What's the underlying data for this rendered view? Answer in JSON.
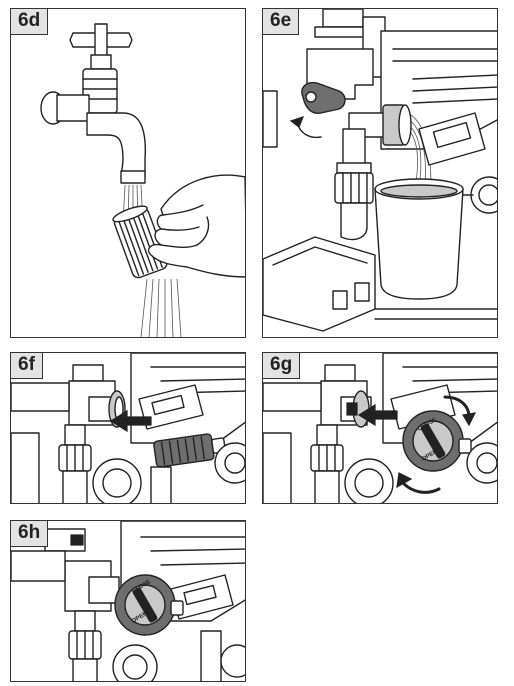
{
  "panels": {
    "p6d": {
      "label": "6d"
    },
    "p6e": {
      "label": "6e"
    },
    "p6f": {
      "label": "6f"
    },
    "p6g": {
      "label": "6g"
    },
    "p6h": {
      "label": "6h"
    }
  },
  "dial": {
    "close_text": "CLOSE",
    "open_text": "OPEN"
  }
}
